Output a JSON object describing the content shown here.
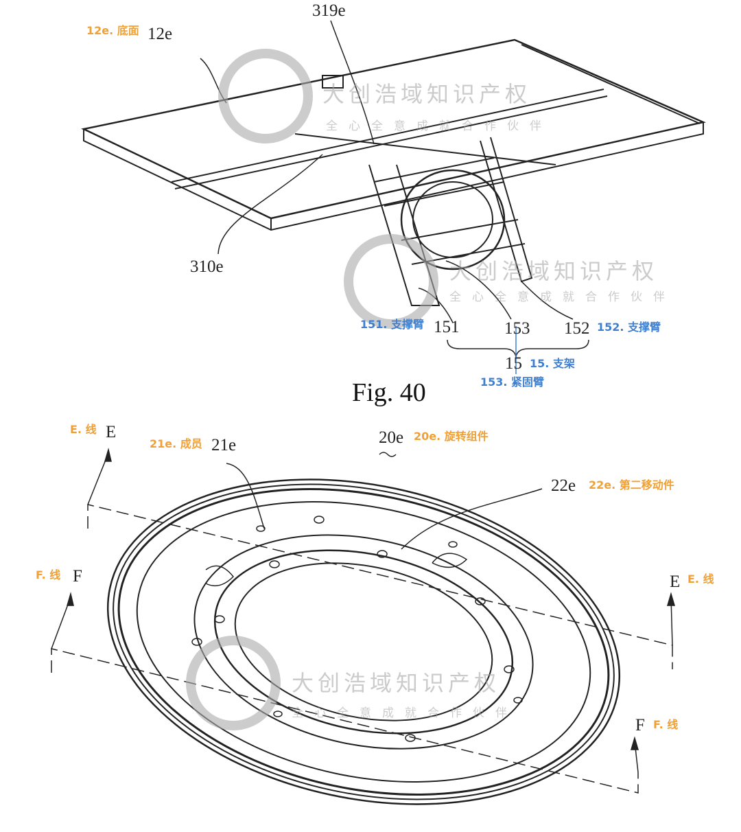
{
  "figure_top": {
    "caption": "Fig. 40",
    "refs": {
      "r12e": "12e",
      "r319e": "319e",
      "r310e": "310e",
      "r151": "151",
      "r153": "153",
      "r152": "152",
      "r15": "15"
    },
    "annotations": {
      "a12e": "12e. 底面",
      "a151": "151. 支撑臂",
      "a152": "152. 支撑臂",
      "a15": "15. 支架",
      "a153": "153. 紧固臂"
    }
  },
  "figure_bottom": {
    "refs": {
      "rE1": "E",
      "r21e": "21e",
      "r20e": "20e",
      "r22e": "22e",
      "rF1": "F",
      "rE2": "E",
      "rF2": "F"
    },
    "annotations": {
      "aE1": "E. 线",
      "a21e": "21e. 成员",
      "a20e": "20e. 旋转组件",
      "a22e": "22e. 第二移动件",
      "aF1": "F. 线",
      "aE2": "E. 线",
      "aF2": "F. 线"
    }
  },
  "watermark": {
    "title": "大创浩域知识产权",
    "slogan": "全心全意成就合作伙伴"
  },
  "colors": {
    "annotation_orange": "#f0a035",
    "annotation_blue": "#3f7fd0"
  }
}
